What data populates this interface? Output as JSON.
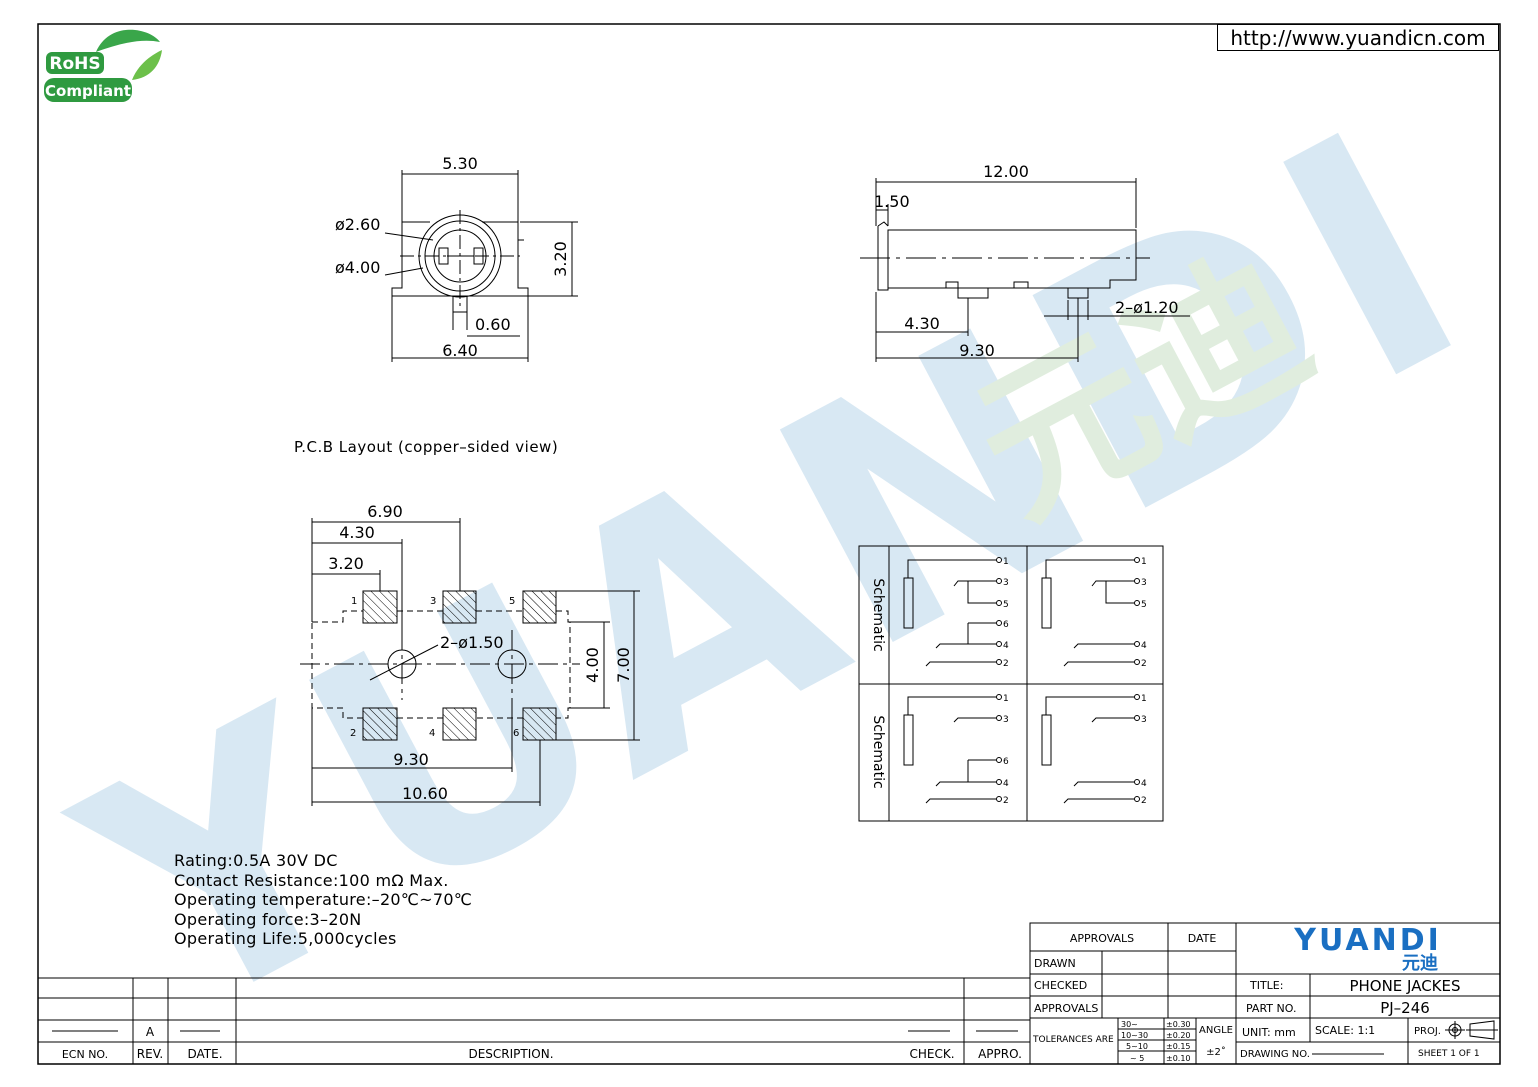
{
  "header": {
    "url": "http://www.yuandicn.com",
    "rohs_top": "RoHS",
    "rohs_bottom": "Compliant"
  },
  "watermark": {
    "text": "YUANDI",
    "cjk": "元迪"
  },
  "front_view": {
    "dims": {
      "width_top": "5.30",
      "dia_inner": "ø2.60",
      "dia_outer": "ø4.00",
      "height": "3.20",
      "pin": "0.60",
      "width_bottom": "6.40"
    }
  },
  "side_view": {
    "dims": {
      "length": "12.00",
      "flange": "1.50",
      "pegs": "2–ø1.20",
      "peg_offset": "4.30",
      "peg_span": "9.30"
    }
  },
  "pcb": {
    "title": "P.C.B Layout (copper–sided view)",
    "dims": {
      "d690": "6.90",
      "d430": "4.30",
      "d320": "3.20",
      "holes": "2–ø1.50",
      "d400": "4.00",
      "d700": "7.00",
      "d930": "9.30",
      "d1060": "10.60"
    },
    "pads": [
      "1",
      "3",
      "5",
      "2",
      "4",
      "6"
    ]
  },
  "schematic": {
    "label": "Schematic",
    "pins": {
      "q1": [
        "1",
        "3",
        "5",
        "6",
        "4",
        "2"
      ],
      "q2": [
        "1",
        "3",
        "5",
        "4",
        "2"
      ],
      "q3": [
        "1",
        "3",
        "6",
        "4",
        "2"
      ],
      "q4": [
        "1",
        "3",
        "4",
        "2"
      ]
    }
  },
  "specs": [
    "Rating:0.5A  30V  DC",
    "Contact  Resistance:100  mΩ  Max.",
    "Operating  temperature:–20℃~70℃",
    "Operating  force:3–20N",
    "Operating  Life:5,000cycles"
  ],
  "title_block": {
    "approvals_header": "APPROVALS",
    "date_header": "DATE",
    "drawn": "DRAWN",
    "checked": "CHECKED",
    "approvals": "APPROVALS",
    "tolerances": "TOLERANCES  ARE",
    "tol_rows": [
      {
        "range": "30~  ",
        "tol": "±0.30"
      },
      {
        "range": "10~30",
        "tol": "±0.20"
      },
      {
        "range": "5~10",
        "tol": "±0.15"
      },
      {
        "range": "~ 5",
        "tol": "±0.10"
      }
    ],
    "angle_label": "ANGLE",
    "angle_value": "±2˚",
    "company": "YUANDI",
    "company_cjk": "元迪",
    "title_label": "TITLE:",
    "title_value": "PHONE  JACKES",
    "part_label": "PART  NO.",
    "part_value": "PJ–246",
    "unit": "UNIT:  mm",
    "scale": "SCALE:   1:1",
    "proj": "PROJ.",
    "drawing_no": "DRAWING  NO.",
    "sheet": "SHEET    1  OF  1"
  },
  "revision_block": {
    "rev_value": "A",
    "headers": {
      "ecn": "ECN  NO.",
      "rev": "REV.",
      "date": "DATE.",
      "description": "DESCRIPTION.",
      "check": "CHECK.",
      "appro": "APPRO."
    }
  }
}
